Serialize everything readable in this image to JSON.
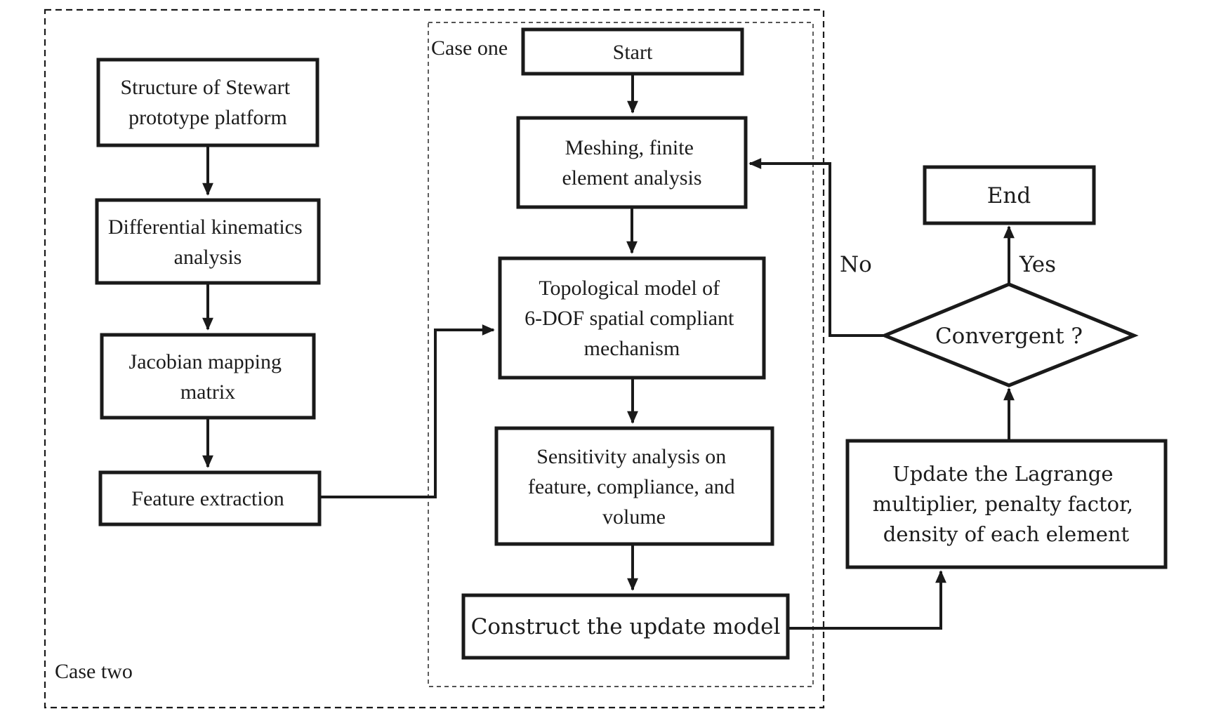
{
  "diagram": {
    "colors": {
      "ink": "#1a1a1a",
      "background": "#ffffff"
    },
    "containers": {
      "case_two": {
        "label": "Case two"
      },
      "case_one": {
        "label": "Case one"
      }
    },
    "nodes": {
      "structure": {
        "lines": [
          "Structure of Stewart",
          "prototype platform"
        ]
      },
      "kinematics": {
        "lines": [
          "Differential kinematics",
          "analysis"
        ]
      },
      "jacobian": {
        "lines": [
          "Jacobian mapping",
          "matrix"
        ]
      },
      "feature": {
        "lines": [
          "Feature extraction"
        ]
      },
      "start": {
        "lines": [
          "Start"
        ]
      },
      "meshing": {
        "lines": [
          "Meshing, finite",
          "element analysis"
        ]
      },
      "topological": {
        "lines": [
          "Topological model of",
          "6-DOF spatial compliant",
          "mechanism"
        ]
      },
      "sensitivity": {
        "lines": [
          "Sensitivity analysis on",
          "feature, compliance, and",
          "volume"
        ]
      },
      "construct": {
        "lines": [
          "Construct the update model"
        ]
      },
      "update": {
        "lines": [
          "Update the Lagrange",
          "multiplier, penalty factor,",
          "density of each element"
        ]
      },
      "convergent": {
        "lines": [
          "Convergent ?"
        ]
      },
      "end": {
        "lines": [
          "End"
        ]
      }
    },
    "edge_labels": {
      "no": "No",
      "yes": "Yes"
    }
  }
}
